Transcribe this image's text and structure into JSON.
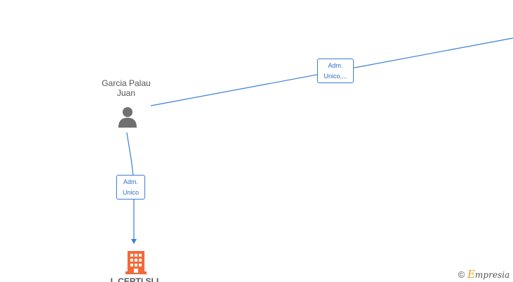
{
  "nodes": {
    "person": {
      "name_line1": "Garcia Palau",
      "name_line2": "Juan",
      "icon": "person-icon"
    },
    "company": {
      "name": "L CERTI SLL",
      "icon": "building-icon"
    }
  },
  "edges": [
    {
      "label_line1": "Adm.",
      "label_line2": "Unico,..."
    },
    {
      "label_line1": "Adm.",
      "label_line2": "Unico"
    }
  ],
  "watermark": {
    "copyright_symbol": "©",
    "brand_initial": "E",
    "brand_rest": "mpresia"
  },
  "colors": {
    "edge": "#3b7fd4",
    "person_icon": "#707070",
    "company_icon": "#f26a3a",
    "brand_accent": "#e9a323"
  }
}
